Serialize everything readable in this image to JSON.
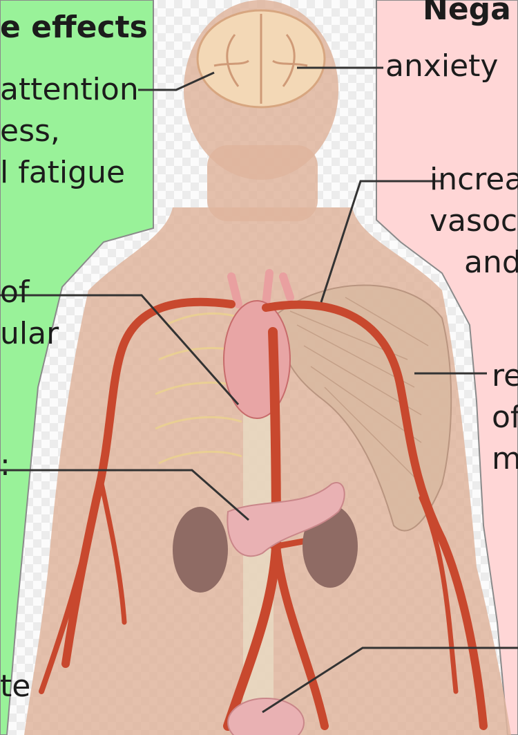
{
  "panels": {
    "left": {
      "color": "#99f299"
    },
    "right": {
      "color": "#ffd6d6"
    }
  },
  "colors": {
    "skin": "#dfb59d",
    "artery": "#c8482e",
    "brain": "#f3d8b6",
    "muscle": "#d8b8a0",
    "kidney": "#8f6b64",
    "pancreas": "#e9b1b3",
    "leader": "#333333"
  },
  "labels": {
    "left_heading": "e effects",
    "left_line1": "attention",
    "left_line2": "ess,",
    "left_line3": "l fatigue",
    "left_line4": "of",
    "left_line5": "ular",
    "left_line6": ":",
    "left_line7": "te",
    "right_heading": "Nega",
    "right_line1": "anxiety",
    "right_line2": "increa",
    "right_line3": "vasoc",
    "right_line4": "and",
    "right_line5": "re",
    "right_line6": "of",
    "right_line7": "m"
  }
}
